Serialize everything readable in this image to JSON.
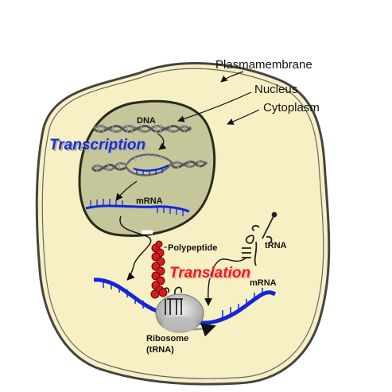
{
  "labels": {
    "plasma_membrane": "Plasmamembrane",
    "nucleus": "Nucleus",
    "cytoplasm": "Cytoplasm",
    "dna": "DNA",
    "transcription": "Transcription",
    "mrna_nucleus": "mRNA",
    "polypeptide": "Polypeptide",
    "trna": "tRNA",
    "translation": "Translation",
    "mrna_cytoplasm": "mRNA",
    "ribosome_line1": "Ribosome",
    "ribosome_line2": "(tRNA)"
  },
  "colors": {
    "cytoplasm": "#f7f0c4",
    "nucleus": "#c5c69a",
    "transcription_text": "#1a2bd6",
    "translation_text": "#e81e14",
    "mrna": "#1426dc",
    "polypeptide": "#d41e1e"
  }
}
